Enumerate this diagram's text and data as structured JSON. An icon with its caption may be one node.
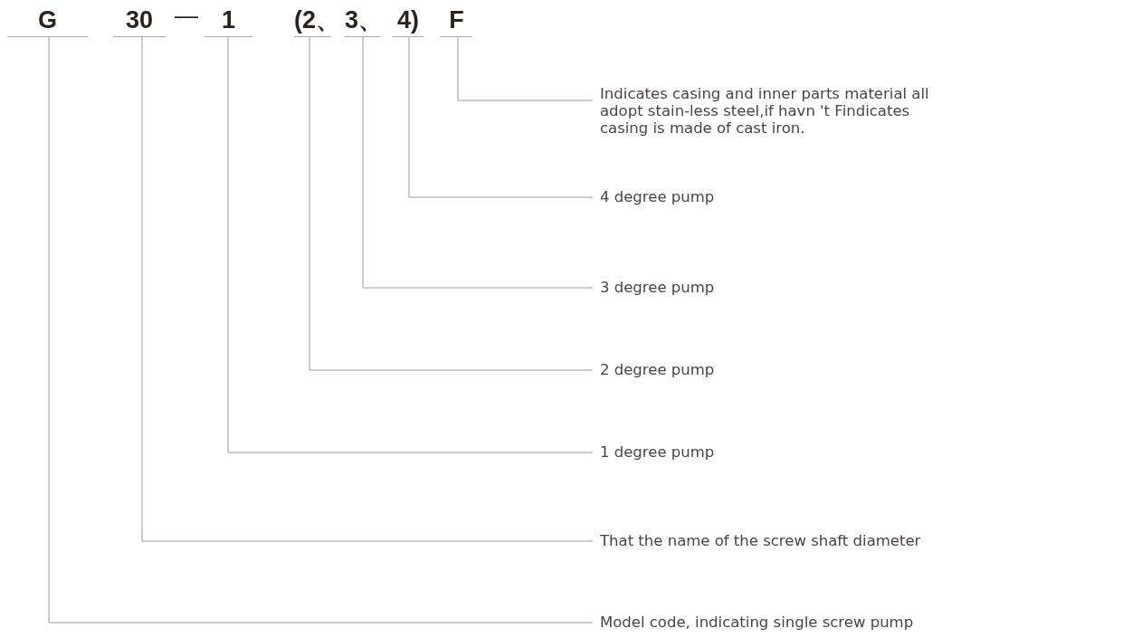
{
  "diagram": {
    "nodes": [
      {
        "text": [
          "G"
        ]
      },
      {
        "text": [
          "30"
        ]
      },
      {
        "text": [
          "1"
        ]
      },
      {
        "text": [
          "(2、"
        ]
      },
      {
        "text": [
          "3、"
        ]
      },
      {
        "text": [
          "4)"
        ]
      },
      {
        "text": [
          "F"
        ]
      },
      {
        "text": [
          "Indicates casing and inner parts material all adopt stain-less steel,if havn 't Findicates casing is made of cast iron."
        ]
      },
      {
        "text": [
          "4 degree pump"
        ]
      },
      {
        "text": [
          "3 degree pump"
        ]
      },
      {
        "text": [
          "2 degree pump"
        ]
      },
      {
        "text": [
          "1 degree pump"
        ]
      },
      {
        "text": [
          "That the name of the screw shaft diameter"
        ]
      },
      {
        "text": [
          "Model code, indicating single screw pump"
        ]
      }
    ],
    "edges": [
      {
        "from": 6,
        "to": 7,
        "arrow": "none"
      },
      {
        "from": 5,
        "to": 8,
        "arrow": "none"
      },
      {
        "from": 4,
        "to": 9,
        "arrow": "none"
      },
      {
        "from": 3,
        "to": 10,
        "arrow": "none"
      },
      {
        "from": 2,
        "to": 11,
        "arrow": "none"
      },
      {
        "from": 1,
        "to": 12,
        "arrow": "none"
      },
      {
        "from": 0,
        "to": 13,
        "arrow": "none"
      }
    ],
    "labels": [
      "—"
    ]
  }
}
